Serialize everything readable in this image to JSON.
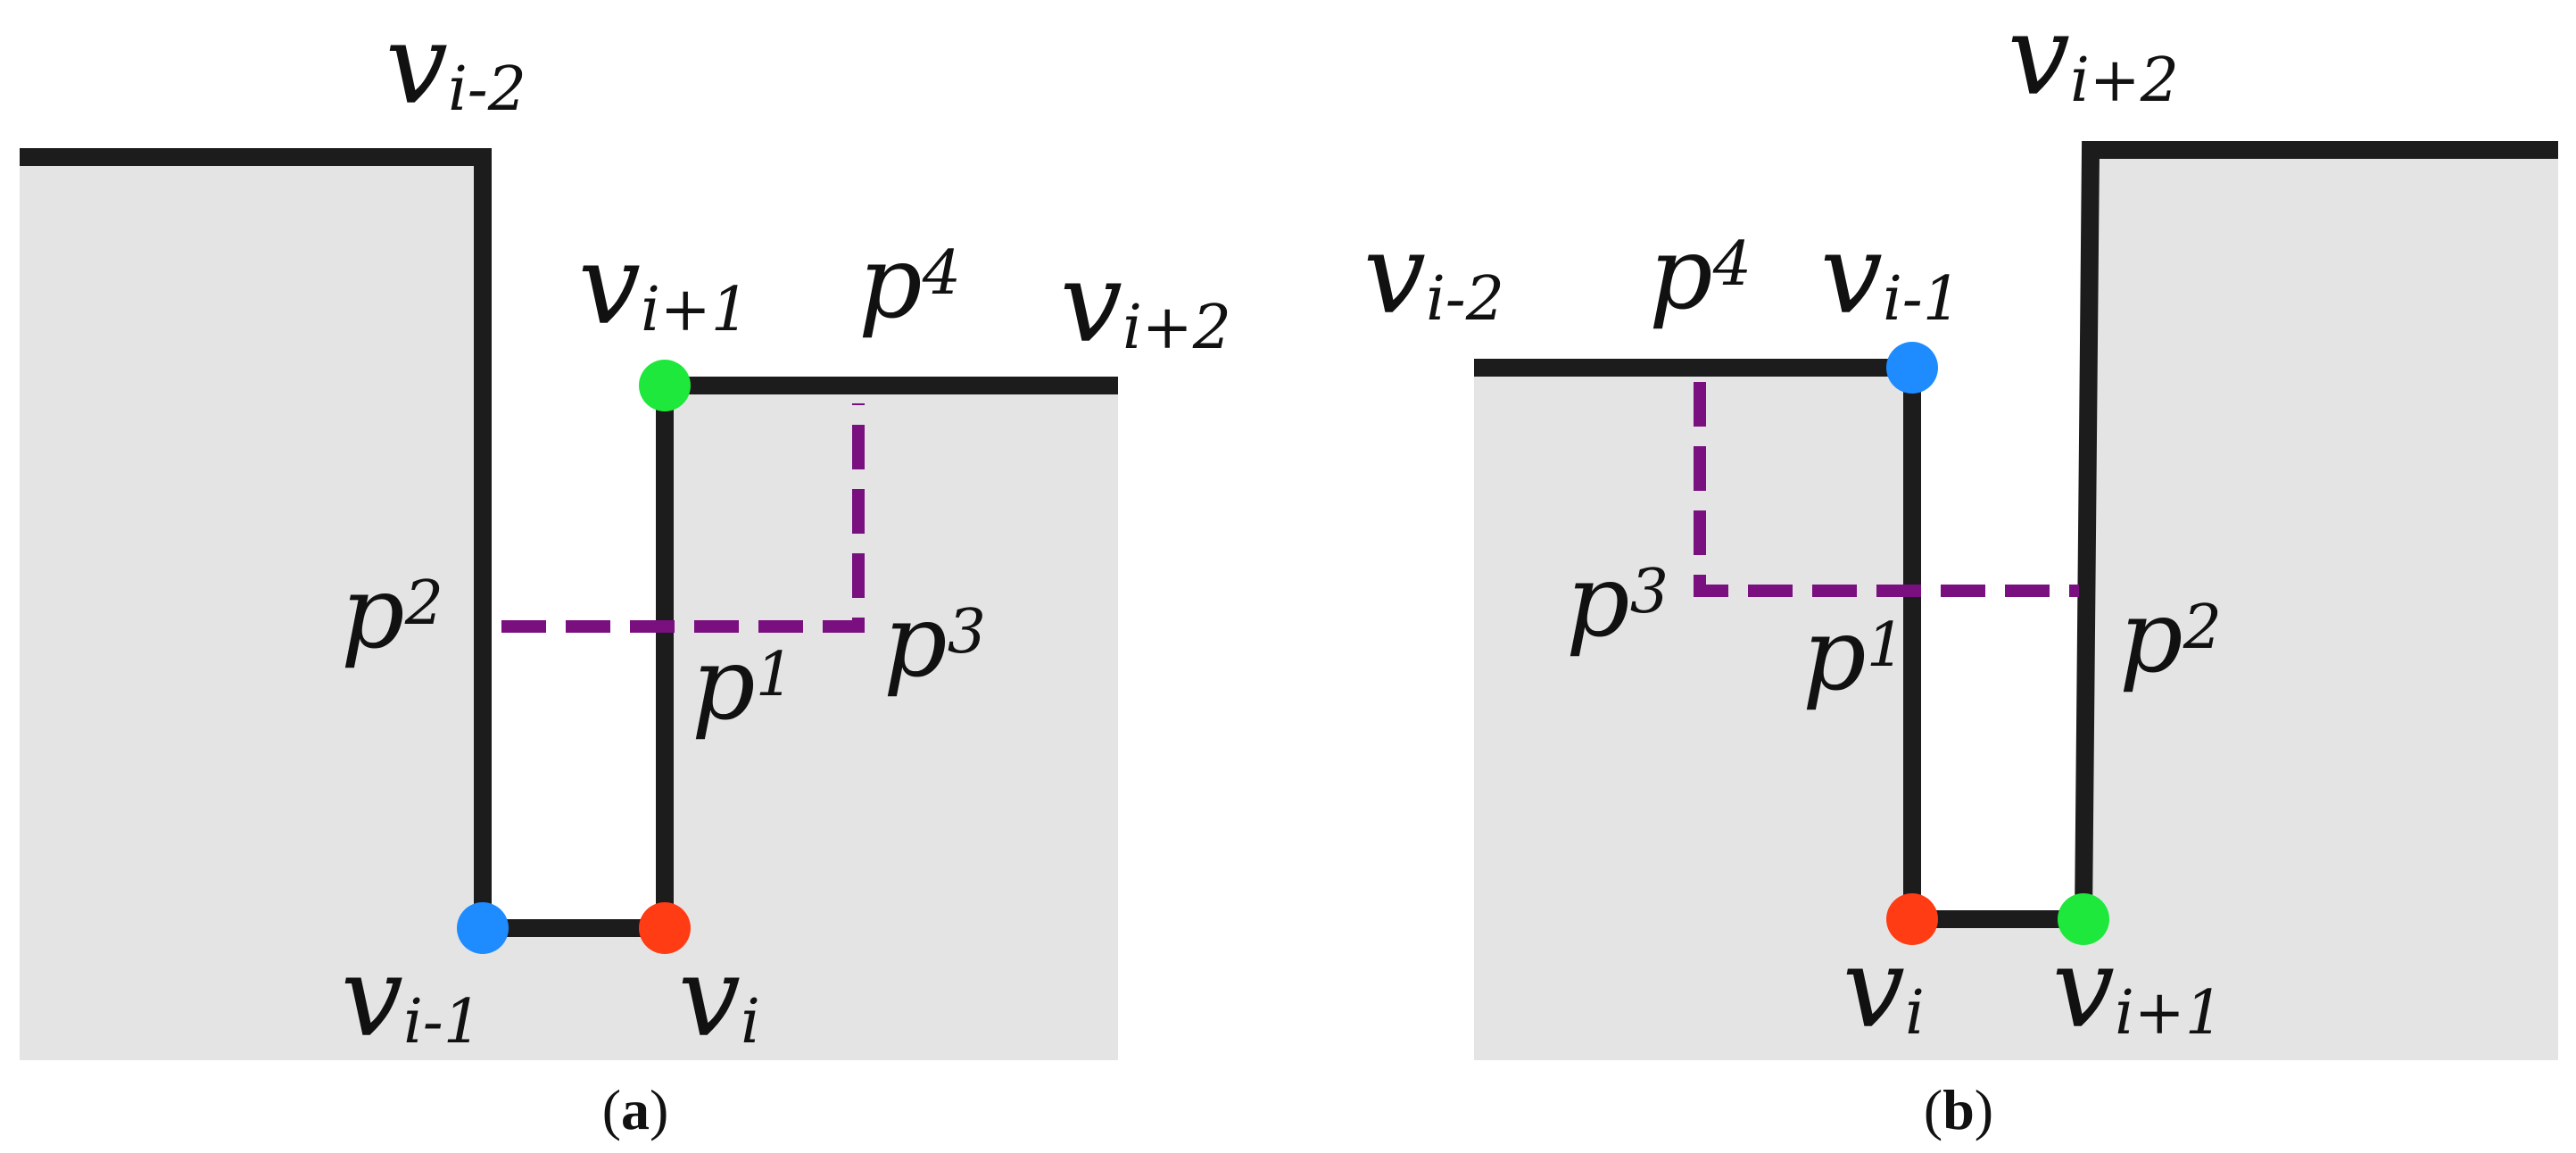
{
  "panels": [
    {
      "id": "a",
      "caption_letter": "a",
      "labels": {
        "vim2": {
          "base": "v",
          "sub": "i-2"
        },
        "vip1": {
          "base": "v",
          "sub": "i+1"
        },
        "p4": {
          "base": "p",
          "sub": "4"
        },
        "vip2": {
          "base": "v",
          "sub": "i+2"
        },
        "p2": {
          "base": "p",
          "sub": "2"
        },
        "p1": {
          "base": "p",
          "sub": "1"
        },
        "p3": {
          "base": "p",
          "sub": "3"
        },
        "vim1": {
          "base": "v",
          "sub": "i-1"
        },
        "vi": {
          "base": "v",
          "sub": "i"
        }
      }
    },
    {
      "id": "b",
      "caption_letter": "b",
      "labels": {
        "vip2": {
          "base": "v",
          "sub": "i+2"
        },
        "vim2": {
          "base": "v",
          "sub": "i-2"
        },
        "p4": {
          "base": "p",
          "sub": "4"
        },
        "vim1": {
          "base": "v",
          "sub": "i-1"
        },
        "p3": {
          "base": "p",
          "sub": "3"
        },
        "p1": {
          "base": "p",
          "sub": "1"
        },
        "p2": {
          "base": "p",
          "sub": "2"
        },
        "vi": {
          "base": "v",
          "sub": "i"
        },
        "vip1": {
          "base": "v",
          "sub": "i+1"
        }
      }
    }
  ],
  "colors": {
    "region_fill": "#e4e4e4",
    "outline": "#1c1c1c",
    "dashed_path": "#7a0f7f",
    "vertex_vi": "#ff3c14",
    "vertex_vi_minus_1": "#1e8cff",
    "vertex_vi_plus_1": "#1ee83c"
  }
}
